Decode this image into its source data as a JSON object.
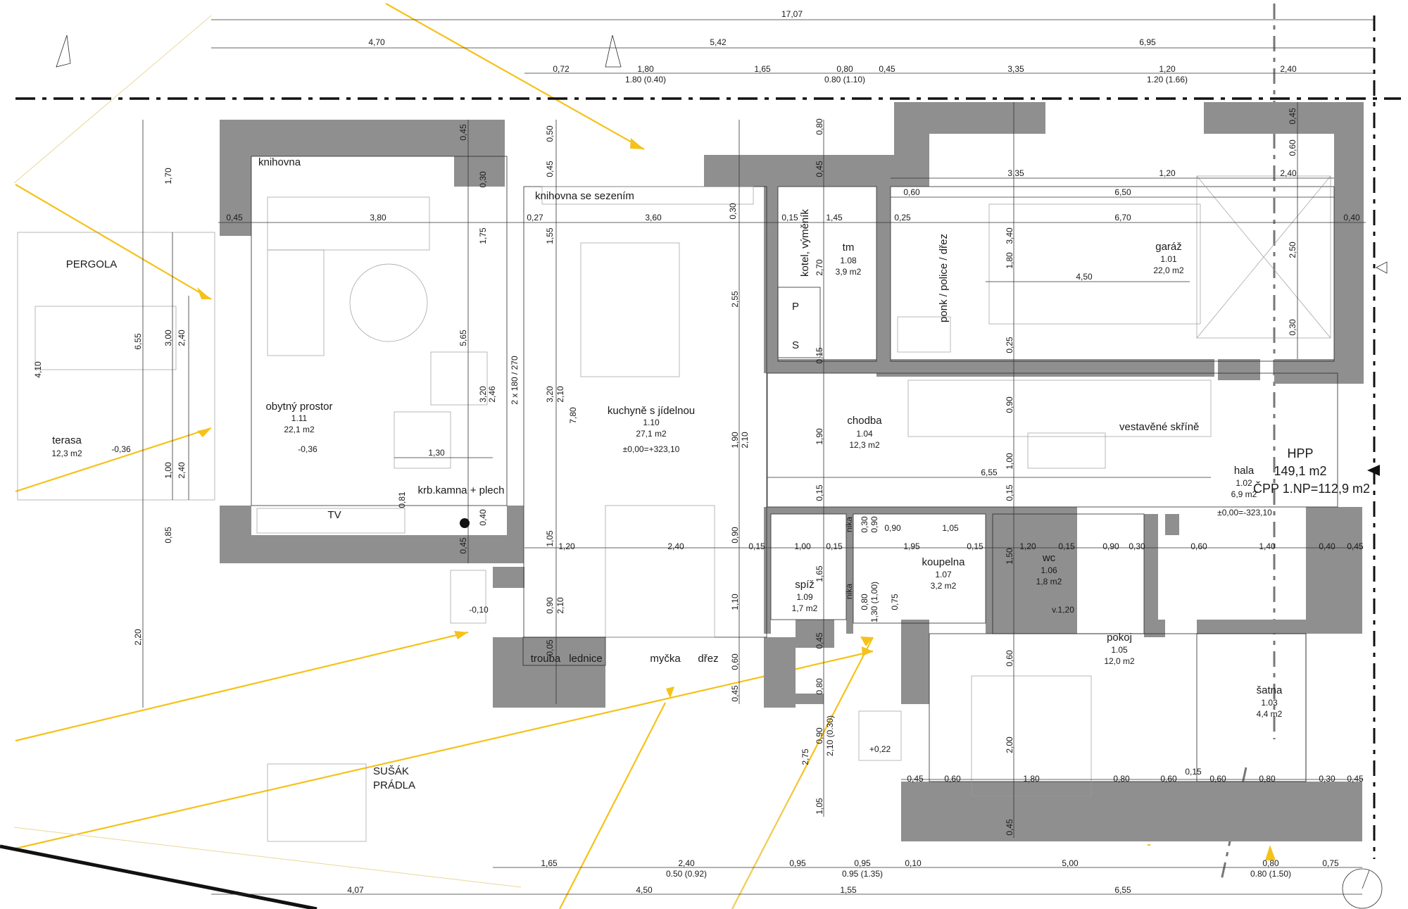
{
  "colors": {
    "wall": "#8f8f8f",
    "sun": "#f5c21a",
    "line": "#2a2a2a"
  },
  "rooms": [
    {
      "id": "garaz",
      "name": "garáž",
      "code": "1.01",
      "area": "22,0 m2"
    },
    {
      "id": "hala",
      "name": "hala",
      "code": "1.02",
      "area": "6,9 m2"
    },
    {
      "id": "satna",
      "name": "šatna",
      "code": "1.03",
      "area": "4,4 m2"
    },
    {
      "id": "chodba",
      "name": "chodba",
      "code": "1.04",
      "area": "12,3 m2"
    },
    {
      "id": "pokoj",
      "name": "pokoj",
      "code": "1.05",
      "area": "12,0 m2"
    },
    {
      "id": "wc",
      "name": "wc",
      "code": "1.06",
      "area": "1,8 m2"
    },
    {
      "id": "koupelna",
      "name": "koupelna",
      "code": "1.07",
      "area": "3,2 m2"
    },
    {
      "id": "tm",
      "name": "tm",
      "code": "1.08",
      "area": "3,9 m2"
    },
    {
      "id": "spiz",
      "name": "spíž",
      "code": "1.09",
      "area": "1,7 m2"
    },
    {
      "id": "kuchyne",
      "name": "kuchyně s jídelnou",
      "code": "1.10",
      "area": "27,1 m2",
      "level": "±0,00=+323,10"
    },
    {
      "id": "obytny",
      "name": "obytný prostor",
      "code": "1.11",
      "area": "22,1 m2",
      "level": "-0,36"
    }
  ],
  "terasa": {
    "name": "terasa",
    "area": "12,3 m2",
    "level": "-0,36"
  },
  "labels": {
    "pergola": "PERGOLA",
    "knihovna": "knihovna",
    "knihovna_sezenim": "knihovna se sezením",
    "kotel": "kotel, výměník",
    "ponk": "ponk / police / dřez",
    "vestavene": "vestavěné skříně",
    "krb": "krb.kamna + plech",
    "tv": "TV",
    "trouba": "trouba",
    "lednice": "lednice",
    "myczka": "myčka",
    "drez": "dřez",
    "susak1": "SUŠÁK",
    "susak2": "PRÁDLA",
    "s": "S",
    "p": "P",
    "okno": "2 x 180 / 270",
    "v120": "v.1,20",
    "nika1": "nika",
    "nika2": "nika",
    "hala_level": "±0,00=-323,10",
    "lvl_entry": "-0,10",
    "lvl_back": "+0,22"
  },
  "summary": {
    "hpp": "HPP",
    "hpp_area": "149,1 m2",
    "cpp": "ČPP 1.NP=112,9 m2"
  },
  "dims": {
    "top": [
      "17,07",
      "4,70",
      "5,42",
      "6,95",
      "0,72",
      "1,80",
      "1.80 (0.40)",
      "1,65",
      "0,80",
      "0.80 (1.10)",
      "0,45",
      "3,35",
      "1,20",
      "1.20 (1.66)",
      "2,40"
    ],
    "inner": [
      "0,45",
      "3,80",
      "0,27",
      "3,60",
      "0,15",
      "1,45",
      "0,25",
      "6,70",
      "0,40",
      "0,60",
      "6,50",
      "3,35",
      "1,20",
      "2,40",
      "6,55",
      "4,50",
      "1,30",
      "1,20",
      "0,15",
      "1,00",
      "0,15",
      "1,95",
      "0,15",
      "1,20",
      "0,15",
      "0,90",
      "0,30",
      "0,60",
      "1,40",
      "0,40",
      "0,45",
      "1,05",
      "0,90",
      "2,40",
      "0,45",
      "0,60",
      "1,80",
      "0,80",
      "0,60",
      "0,15",
      "0,60",
      "0,80",
      "0,30",
      "0,45"
    ],
    "bottom": [
      "1,65",
      "2,40",
      "0.50 (0.92)",
      "0,95",
      "0,95",
      "0.95 (1.35)",
      "0,10",
      "5,00",
      "0,80",
      "0.80 (1.50)",
      "0,75",
      "4,07",
      "4,50",
      "1,55",
      "6,55"
    ],
    "vertical": [
      "1,70",
      "6,55",
      "4,10",
      "3,00",
      "2,40",
      "1,00",
      "2,40",
      "0,85",
      "2,20",
      "0,45",
      "0,30",
      "1,75",
      "5,65",
      "3,20",
      "2,46",
      "0,81",
      "0,40",
      "0,45",
      "0,50",
      "0,45",
      "1,55",
      "3,20",
      "2,10",
      "7,80",
      "1,05",
      "0,90",
      "2,10",
      "0,05",
      "0,30",
      "2,55",
      "1,90",
      "2,10",
      "0,90",
      "1,10",
      "0,60",
      "0,45",
      "0,80",
      "0,45",
      "2,70",
      "0,15",
      "1,90",
      "0,15",
      "1,65",
      "0,45",
      "0,80",
      "0,90",
      "2,10 (0.30)",
      "2,75",
      "1,05",
      "3,40",
      "1,80",
      "0,25",
      "0,90",
      "1,00",
      "0,15",
      "1,50",
      "0,60",
      "2,00",
      "0,45",
      "0,45",
      "0,60",
      "2,50",
      "0,30",
      "0,80",
      "1,30 (1,00)",
      "0,75",
      "0,30",
      "0,90"
    ]
  }
}
